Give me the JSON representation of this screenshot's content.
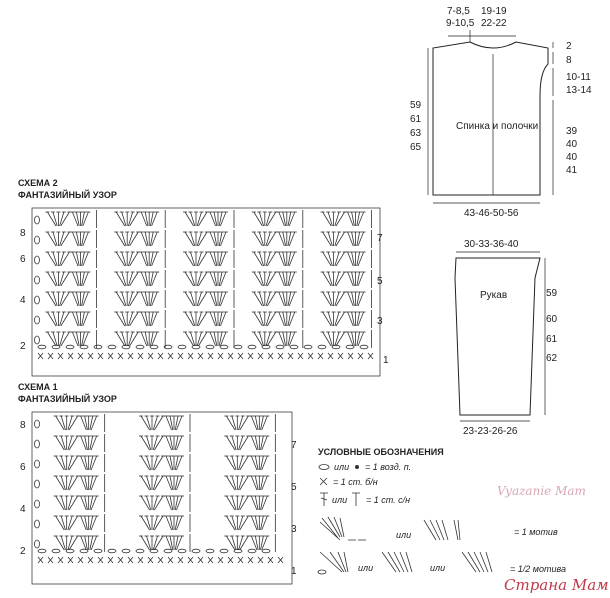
{
  "vest": {
    "top_left_1": "7-8,5",
    "top_left_2": "9-10,5",
    "top_right_1": "19-19",
    "top_right_2": "22-22",
    "label": "Спинка и полочки",
    "left_1": "59",
    "left_2": "61",
    "left_3": "63",
    "left_4": "65",
    "right_a": "2",
    "right_b": "8",
    "right_c": "10-11",
    "right_d": "13-14",
    "right_e1": "39",
    "right_e2": "40",
    "right_e3": "40",
    "right_e4": "41",
    "bottom": "43-46-50-56"
  },
  "sleeve": {
    "top": "30-33-36-40",
    "label": "Рукав",
    "right_1": "59",
    "right_2": "60",
    "right_3": "61",
    "right_4": "62",
    "bottom": "23-23-26-26"
  },
  "scheme2": {
    "title": "СХЕМА 2",
    "subtitle": "ФАНТАЗИЙНЫЙ УЗОР",
    "left_rows": [
      "8",
      "6",
      "4",
      "2"
    ],
    "right_rows": [
      "7",
      "5",
      "3",
      "1"
    ]
  },
  "scheme1": {
    "title": "СХЕМА 1",
    "subtitle": "ФАНТАЗИЙНЫЙ УЗОР",
    "left_rows": [
      "8",
      "6",
      "4",
      "2"
    ],
    "right_rows": [
      "7",
      "5",
      "3",
      "1"
    ]
  },
  "legend": {
    "title": "УСЛОВНЫЕ ОБОЗНАЧЕНИЯ",
    "or_1": "или",
    "item_1": "= 1 возд. п.",
    "item_2": "= 1 ст. б/н",
    "or_3": "или",
    "item_3": "= 1 ст. с/н",
    "or_4": "или",
    "item_4": "= 1 мотив",
    "or_5a": "или",
    "or_5b": "или",
    "item_5": "= 1/2 мотива"
  },
  "watermark": {
    "top": "Vyazanie Mam",
    "bottom": "Страна Мам"
  }
}
